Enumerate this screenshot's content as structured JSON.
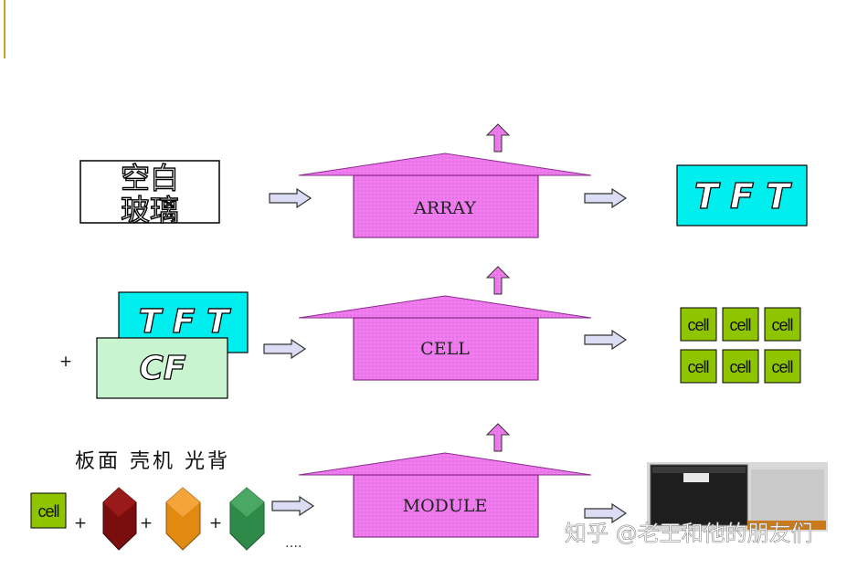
{
  "left_top": {
    "line1": "空白",
    "line2": "玻璃"
  },
  "stages": [
    {
      "label": "ARRAY"
    },
    {
      "label": "CELL"
    },
    {
      "label": "MODULE"
    }
  ],
  "outputs": {
    "array_result": "T F T",
    "cell_label": "cell"
  },
  "row2_inputs": {
    "tft": "T F T",
    "cf": "CF",
    "plus": "+"
  },
  "row3_inputs": {
    "materials_label": "板面 壳机 光背",
    "cell": "cell",
    "plus": "+",
    "ellipsis": "…."
  },
  "watermark": "知乎 @老王和他的朋友们",
  "colors": {
    "house": "#f07cf0",
    "house_stroke": "#8a2b8a",
    "arrow_fill": "#dcdcf4",
    "tft_box": "#00eeee",
    "cf_box": "#c8f5d0",
    "cell_box": "#8fc400",
    "gem_red": "#7a0e0e",
    "gem_orange": "#e08a12",
    "gem_green": "#2f8a4a"
  }
}
